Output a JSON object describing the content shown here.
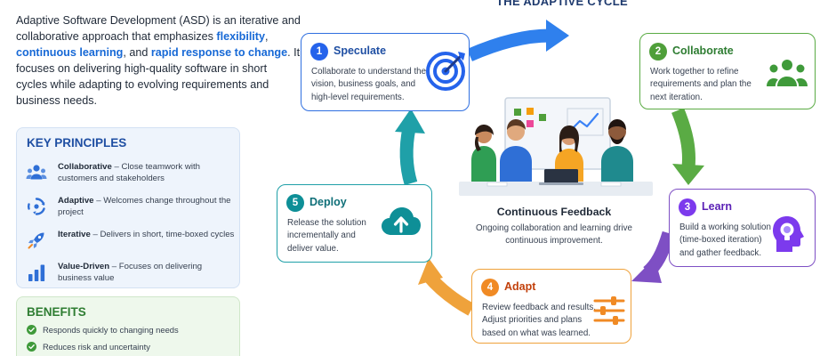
{
  "intro": {
    "text_1": "Adaptive Software Development (ASD) is an iterative and collaborative approach that emphasizes ",
    "hl_1": "flexibility",
    "sep_1": ", ",
    "hl_2": "continuous learning",
    "sep_2": ", and ",
    "hl_3": "rapid response to change",
    "text_2": ". It focuses on delivering high-quality software in short cycles while adapting to evolving requirements and business needs."
  },
  "principles": {
    "title": "KEY PRINCIPLES",
    "items": [
      {
        "name": "Collaborative",
        "desc": " – Close teamwork with customers and stakeholders",
        "icon": "team-icon"
      },
      {
        "name": "Adaptive",
        "desc": " – Welcomes change throughout the project",
        "icon": "cycle-arrows-icon"
      },
      {
        "name": "Iterative",
        "desc": " – Delivers in short, time-boxed cycles",
        "icon": "rocket-icon"
      },
      {
        "name": "Value-Driven",
        "desc": " – Focuses on delivering business value",
        "icon": "bar-chart-icon"
      }
    ]
  },
  "benefits": {
    "title": "BENEFITS",
    "items": [
      "Responds quickly to changing needs",
      "Reduces risk and uncertainty"
    ]
  },
  "cycle": {
    "title": "THE ADAPTIVE CYCLE",
    "center_title": "Continuous Feedback",
    "center_desc": "Ongoing collaboration and learning drive continuous improvement.",
    "steps": [
      {
        "num": "1",
        "name": "Speculate",
        "desc": "Collaborate to understand the vision, business goals, and high-level requirements.",
        "icon": "target-icon",
        "color": "#2563eb"
      },
      {
        "num": "2",
        "name": "Collaborate",
        "desc": "Work together to refine requirements and plan the next iteration.",
        "icon": "people-group-icon",
        "color": "#4f9f3a"
      },
      {
        "num": "3",
        "name": "Learn",
        "desc": "Build a working solution (time-boxed iteration) and gather feedback.",
        "icon": "head-lightbulb-icon",
        "color": "#7c3aed"
      },
      {
        "num": "4",
        "name": "Adapt",
        "desc": "Review feedback and results. Adjust priorities and plans based on what was learned.",
        "icon": "sliders-icon",
        "color": "#f08a24"
      },
      {
        "num": "5",
        "name": "Deploy",
        "desc": "Release the solution incrementally and deliver value.",
        "icon": "cloud-upload-icon",
        "color": "#0e8f97"
      }
    ]
  },
  "colors": {
    "blue": "#2563eb",
    "green": "#4f9f3a",
    "purple": "#7c3aed",
    "orange": "#f08a24",
    "teal": "#0e8f97",
    "highlight": "#1769d6"
  }
}
